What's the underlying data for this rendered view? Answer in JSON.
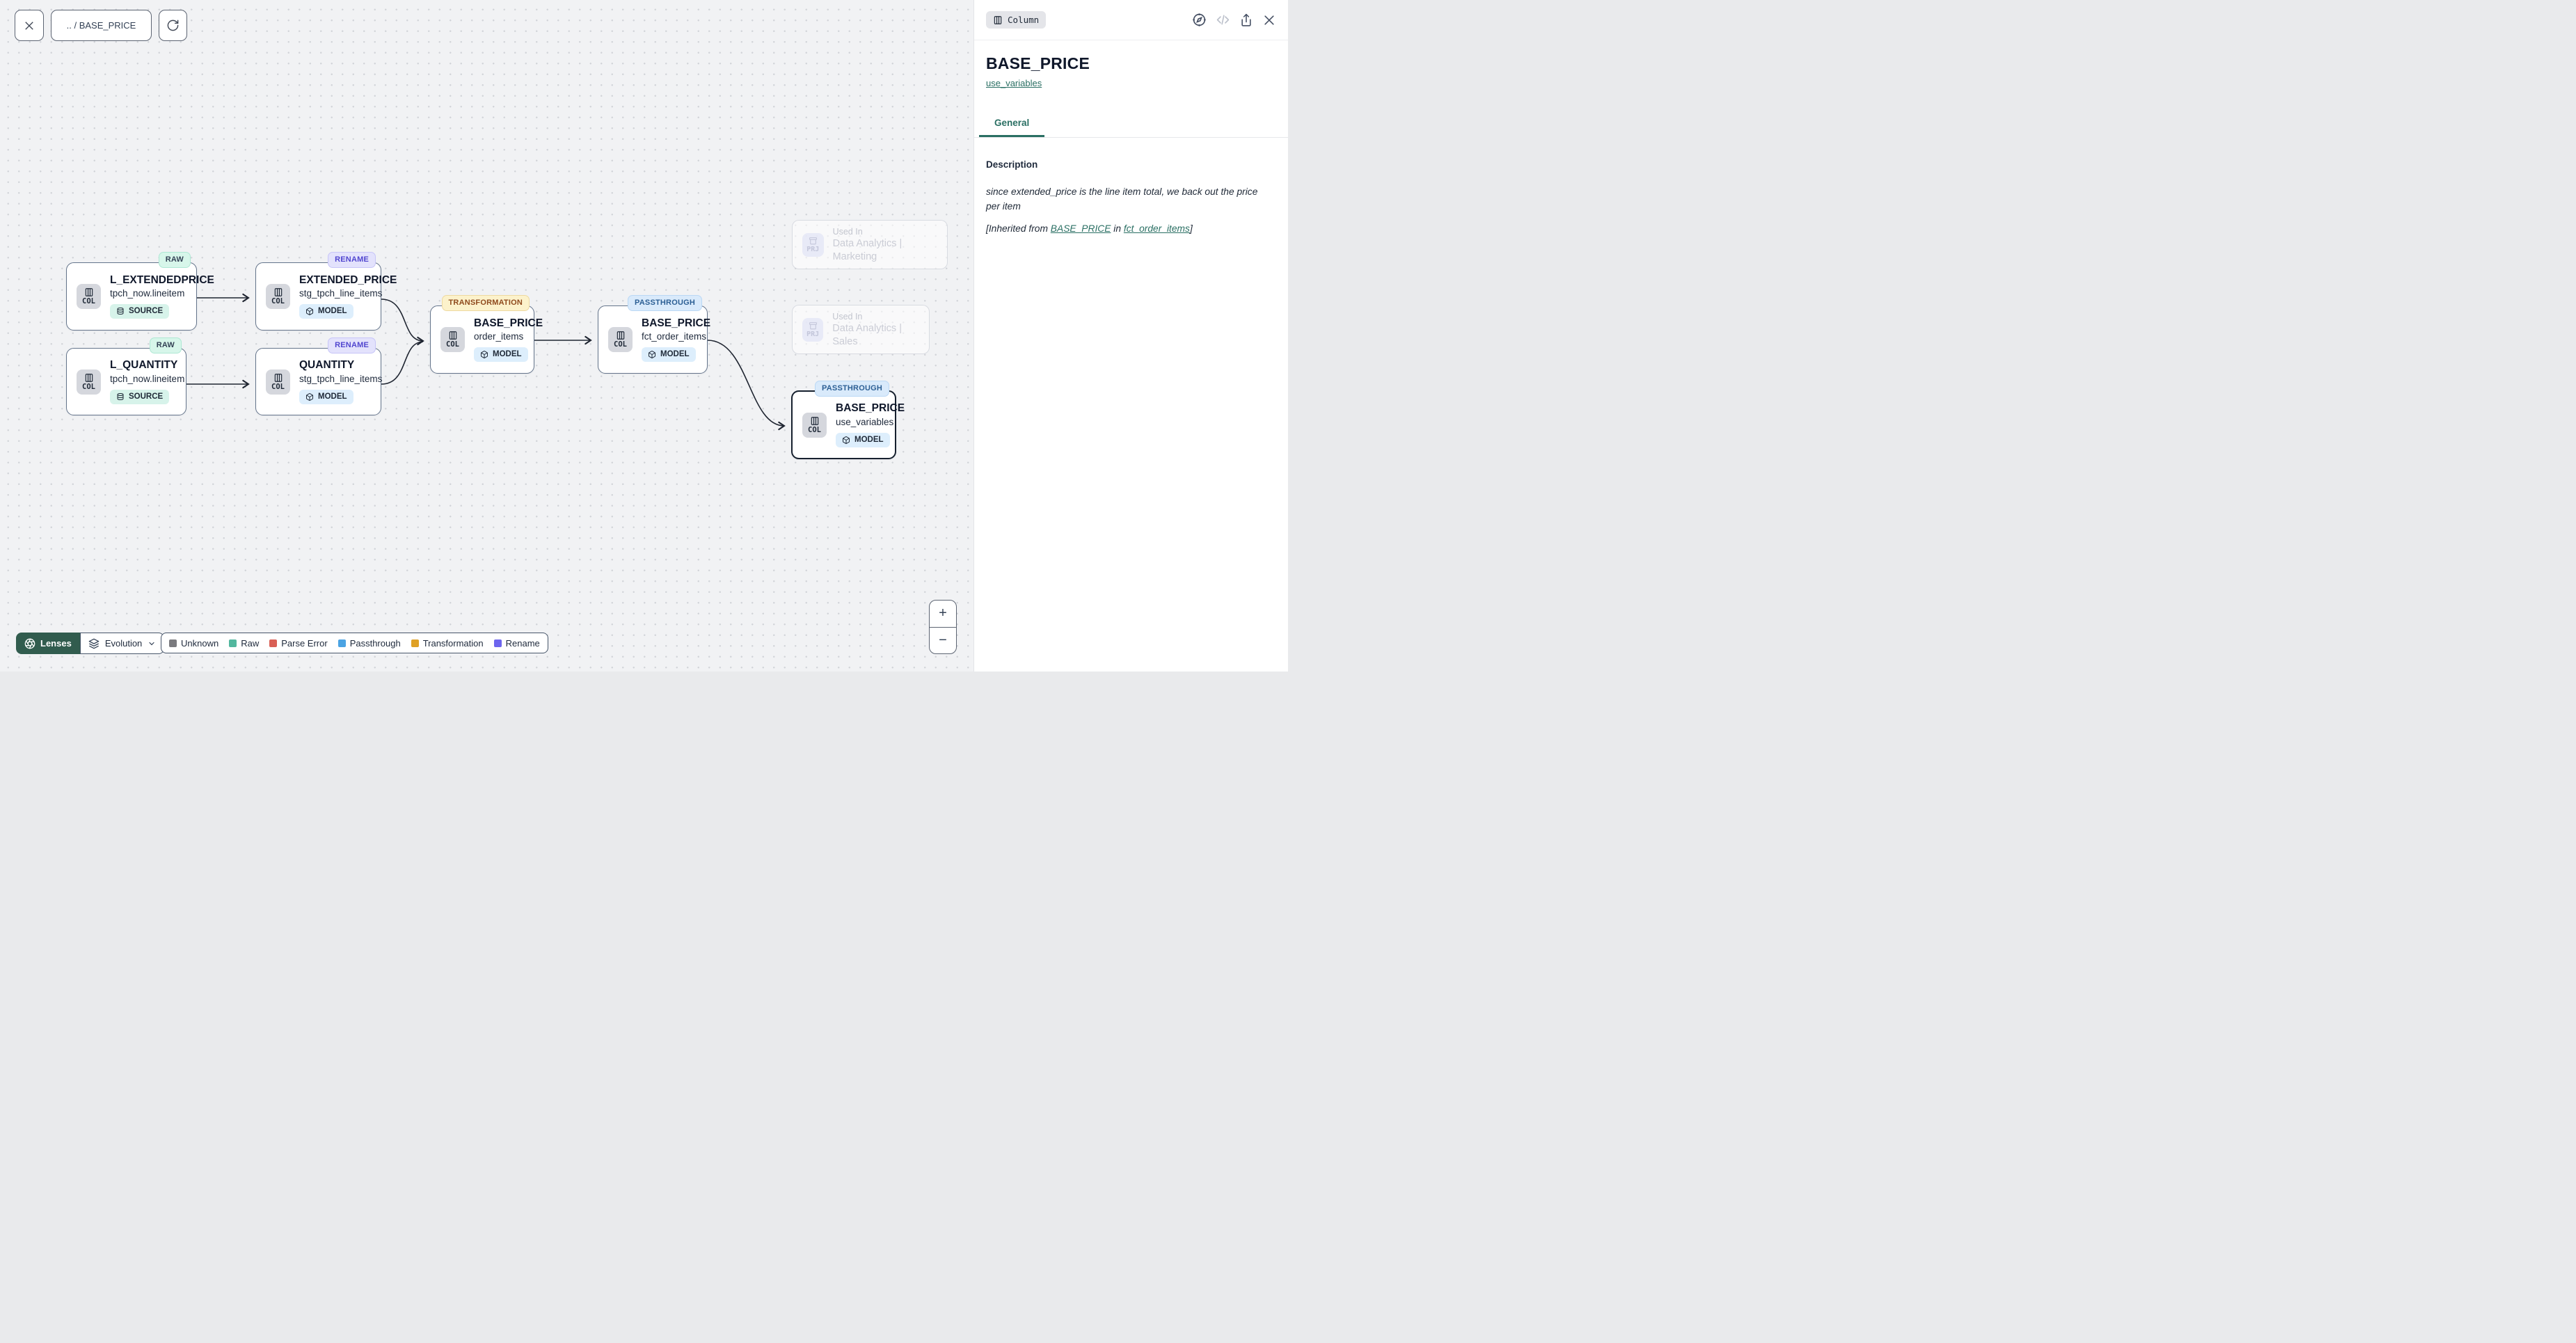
{
  "toolbar": {
    "breadcrumb": ".. / BASE_PRICE"
  },
  "panel": {
    "type_badge": "Column",
    "title": "BASE_PRICE",
    "model_link": "use_variables",
    "tab": "General",
    "description_heading": "Description",
    "description_text": "since extended_price is the line item total, we back out the price per item",
    "inherited": {
      "prefix": "[Inherited from ",
      "link_column": "BASE_PRICE",
      "middle": " in ",
      "link_model": "fct_order_items",
      "suffix": "]"
    }
  },
  "nodes": [
    {
      "lens": "RAW",
      "title": "L_EXTENDEDPRICE",
      "subtitle": "tpch_now.lineitem",
      "kind": "SOURCE",
      "type_label": "COL"
    },
    {
      "lens": "RENAME",
      "title": "EXTENDED_PRICE",
      "subtitle": "stg_tpch_line_items",
      "kind": "MODEL",
      "type_label": "COL"
    },
    {
      "lens": "RAW",
      "title": "L_QUANTITY",
      "subtitle": "tpch_now.lineitem",
      "kind": "SOURCE",
      "type_label": "COL"
    },
    {
      "lens": "RENAME",
      "title": "QUANTITY",
      "subtitle": "stg_tpch_line_items",
      "kind": "MODEL",
      "type_label": "COL"
    },
    {
      "lens": "TRANSFORMATION",
      "title": "BASE_PRICE",
      "subtitle": "order_items",
      "kind": "MODEL",
      "type_label": "COL"
    },
    {
      "lens": "PASSTHROUGH",
      "title": "BASE_PRICE",
      "subtitle": "fct_order_items",
      "kind": "MODEL",
      "type_label": "COL"
    },
    {
      "lens": "PASSTHROUGH",
      "title": "BASE_PRICE",
      "subtitle": "use_variables",
      "kind": "MODEL",
      "type_label": "COL"
    }
  ],
  "ghosts": [
    {
      "type_label": "PRJ",
      "label": "Used In",
      "name": "Data Analytics | Marketing"
    },
    {
      "type_label": "PRJ",
      "label": "Used In",
      "name": "Data Analytics | Sales"
    }
  ],
  "controls": {
    "lenses": "Lenses",
    "evolution": "Evolution",
    "zoom_in": "+",
    "zoom_out": "−"
  },
  "legend": {
    "items": [
      {
        "label": "Unknown",
        "color": "#7a7a7e",
        "swatch_style": "background:#7a7a7e"
      },
      {
        "label": "Raw",
        "color": "#52b79e",
        "swatch_style": "background:#52b79e"
      },
      {
        "label": "Parse Error",
        "color": "#d95f55",
        "swatch_style": "background:#d95f55"
      },
      {
        "label": "Passthrough",
        "color": "#4ba3e3",
        "swatch_style": "background:#4ba3e3"
      },
      {
        "label": "Transformation",
        "color": "#dfa126",
        "swatch_style": "background:#dfa126"
      },
      {
        "label": "Rename",
        "color": "#6d65ee",
        "swatch_style": "background:#6d65ee"
      }
    ]
  },
  "colors": {
    "accent_teal": "#2a6f63",
    "lenses_bg": "#315c4e",
    "edge": "#1e2430"
  }
}
